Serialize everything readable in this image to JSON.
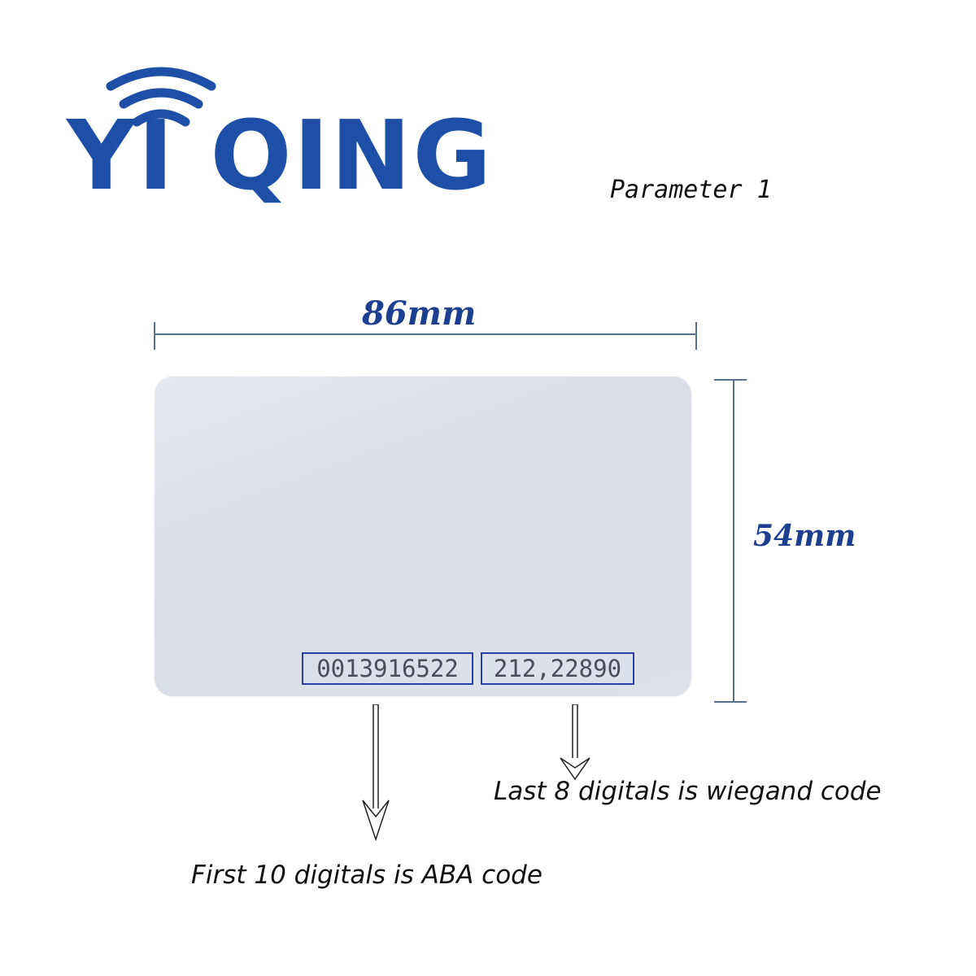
{
  "brand": {
    "name": "YI QING",
    "color": "#1d4fa6",
    "icon": "wifi-signal-icon"
  },
  "label": "Parameter 1",
  "dimensions": {
    "width": "86mm",
    "height": "54mm"
  },
  "card": {
    "aba_code": "0013916522",
    "wiegand_code": "212,22890"
  },
  "annotations": {
    "wiegand": "Last 8 digitals is wiegand code",
    "aba": "First 10 digitals is ABA code"
  }
}
